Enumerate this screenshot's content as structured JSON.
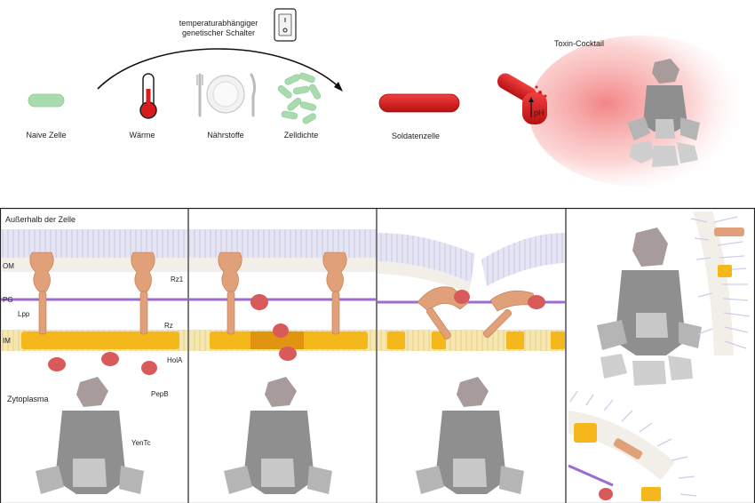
{
  "top": {
    "switch_label_line1": "temperaturabhängiger",
    "switch_label_line2": "genetischer Schalter",
    "naive_cell": "Naive Zelle",
    "warmth": "Wärme",
    "nutrients": "Nährstoffe",
    "cell_density": "Zelldichte",
    "soldier_cell": "Soldatenzelle",
    "ph": "pH",
    "toxin_cocktail": "Toxin-Cocktail"
  },
  "panel1": {
    "outside": "Außerhalb der Zelle",
    "om": "OM",
    "pg": "PG",
    "im": "IM",
    "lpp": "Lpp",
    "rz1": "Rz1",
    "rz": "Rz",
    "hola": "HolA",
    "pepb": "PepB",
    "cytoplasm": "Zytoplasma",
    "yentc": "YenTc"
  },
  "colors": {
    "naive": "#a8dcae",
    "soldier": "#e02020",
    "lipid_head": "#c9c8e8",
    "lipid_im": "#f5b81c",
    "pg_line": "#9d6cd0",
    "rz_protein": "#e0a07a",
    "holin": "#d85a5a",
    "toxin_body": "#8c8c8c",
    "toxin_cap": "#a89b9b"
  }
}
